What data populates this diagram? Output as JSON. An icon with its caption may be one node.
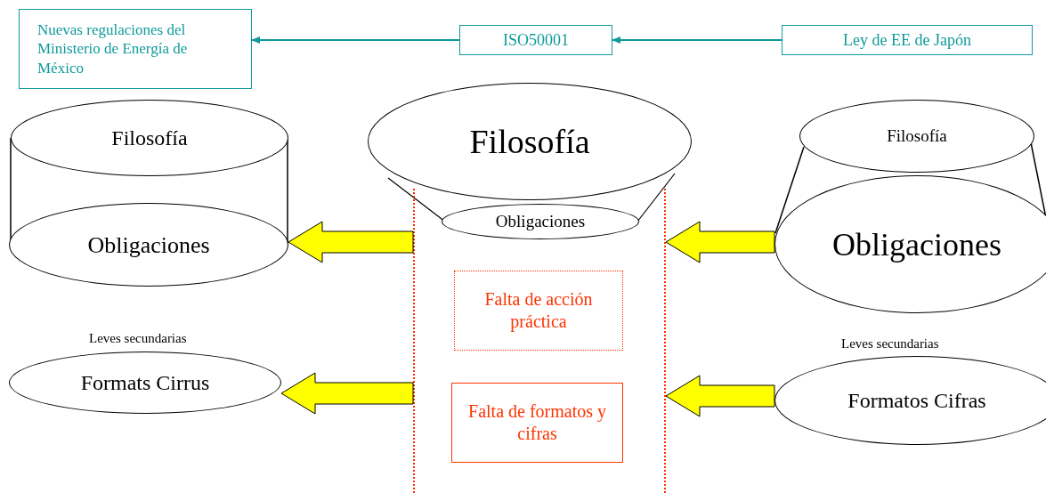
{
  "diagram": {
    "nodes": [
      {
        "text": [
          "Nuevas regulaciones del Ministerio de Energía de México"
        ]
      },
      {
        "text": [
          "ISO50001"
        ]
      },
      {
        "text": [
          "Ley de EE de Japón"
        ]
      },
      {
        "text": [
          "Filosofía"
        ]
      },
      {
        "text": [
          "Filosofía"
        ]
      },
      {
        "text": [
          "Filosofía"
        ]
      },
      {
        "text": [
          "Obligaciones"
        ]
      },
      {
        "text": [
          "Obligaciones"
        ],
        "in": 9
      },
      {
        "text": [
          "Obligaciones"
        ]
      },
      {
        "text": [],
        "shape": "box"
      },
      {
        "text": [
          "Falta de acción práctica"
        ],
        "in": 9
      },
      {
        "text": [
          "Formats Cirrus"
        ],
        "beside": [
          "Leves secundarias"
        ]
      },
      {
        "text": [
          "Falta de formatos y cifras"
        ],
        "in": 9
      },
      {
        "text": [
          "Formatos Cifras"
        ],
        "beside": [
          "Leves secundarias"
        ]
      }
    ],
    "edges": [
      {
        "from": 2,
        "to": 1,
        "arrow": "to",
        "color": "#0f9a9a"
      },
      {
        "from": 1,
        "to": 0,
        "arrow": "to",
        "color": "#0f9a9a"
      },
      {
        "from": 8,
        "to": 9,
        "arrow": "to",
        "style": "thick"
      },
      {
        "from": 9,
        "to": 6,
        "arrow": "to",
        "style": "thick"
      },
      {
        "from": 13,
        "to": 9,
        "arrow": "to",
        "style": "thick"
      },
      {
        "from": 9,
        "to": 11,
        "arrow": "to",
        "style": "thick"
      }
    ]
  }
}
